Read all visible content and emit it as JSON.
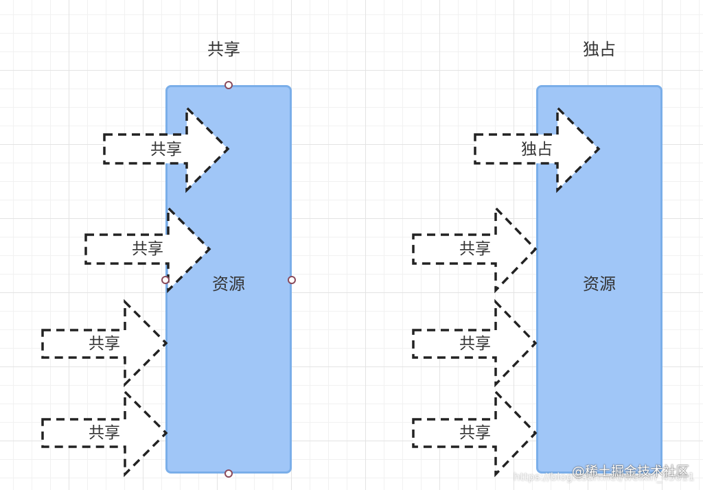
{
  "left_panel": {
    "title": "共享",
    "resource_label": "资源",
    "arrows": [
      "共享",
      "共享",
      "共享",
      "共享"
    ]
  },
  "right_panel": {
    "title": "独占",
    "resource_label": "资源",
    "arrows": [
      "独占",
      "共享",
      "共享",
      "共享"
    ]
  },
  "watermark": {
    "text": "@稀土掘金技术社区",
    "url": "https://blog.csdn.net/weixin_45011"
  },
  "colors": {
    "resource_fill": "#a0c6f7",
    "resource_border": "#7aaee9",
    "arrow_stroke": "#222222",
    "handle_border": "#8a4a5a"
  }
}
